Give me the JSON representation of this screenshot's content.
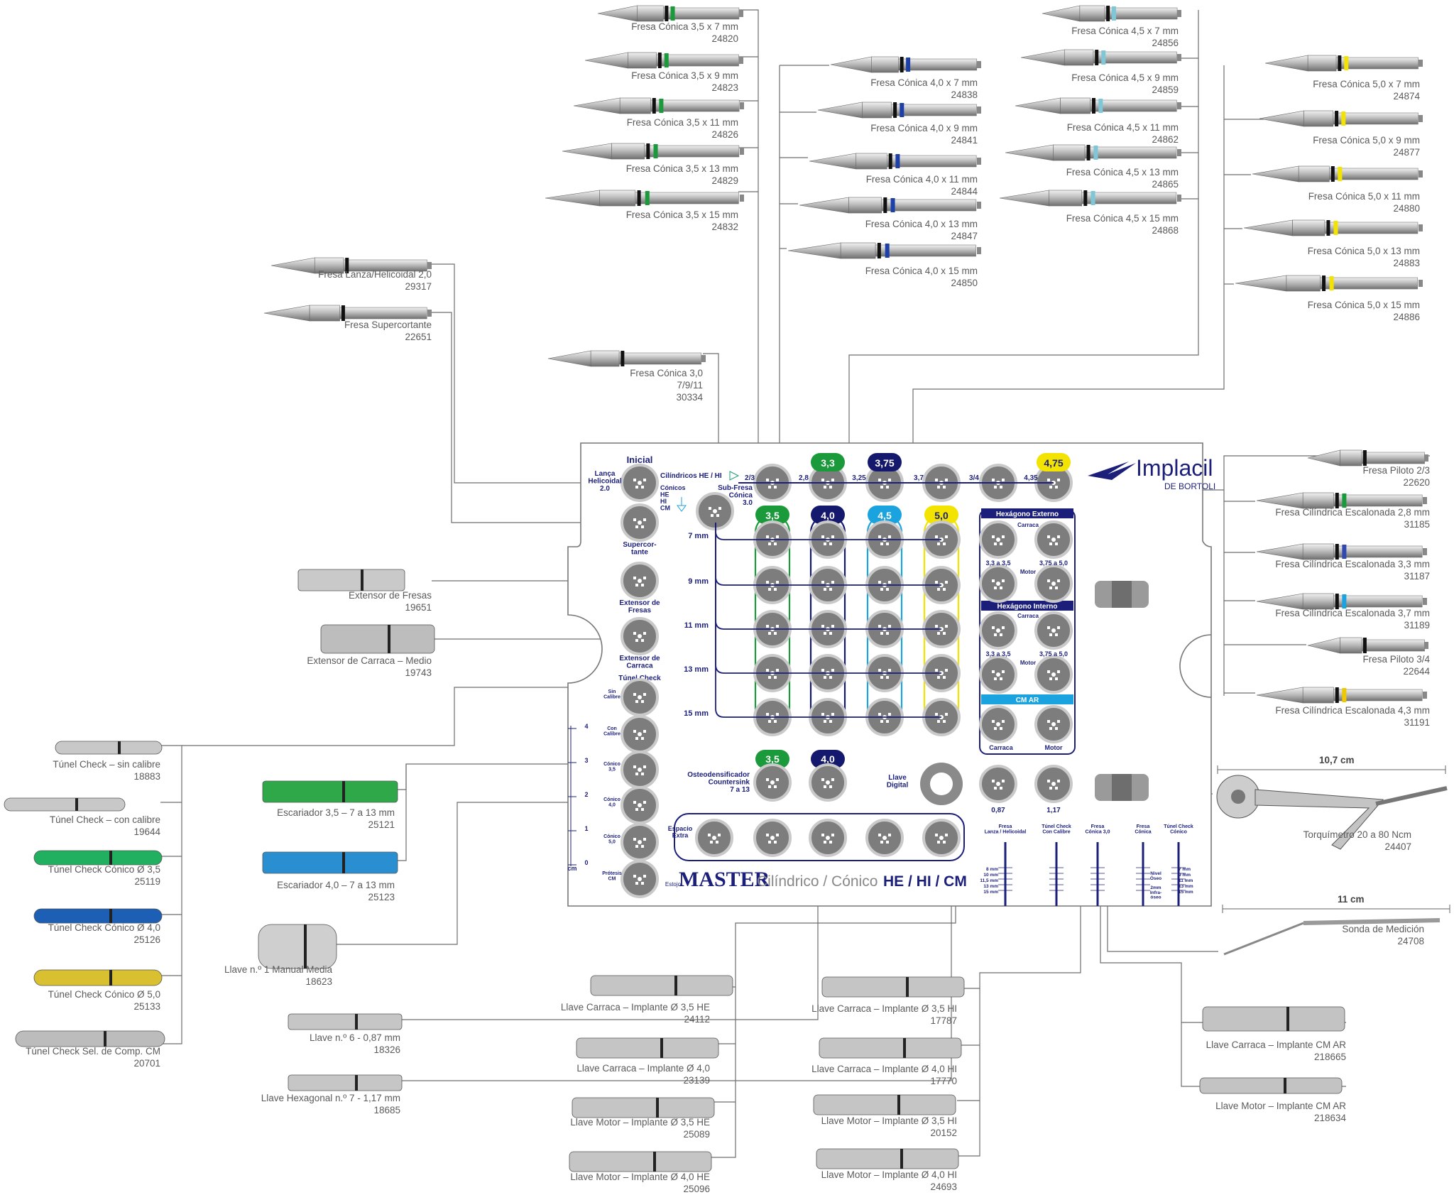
{
  "tray": {
    "brand_name": "Implacil",
    "brand_sub": "DE BORTOLI",
    "estojo": "Estojo",
    "title_main": "MASTER",
    "title_sub": "Cilíndrico / Cónico",
    "title_conn": "HE / HI / CM",
    "inicial": "Inicial",
    "lanca": "Lança\nHelicoidal\n2.0",
    "cilindricos": "Cilíndricos HE / HI",
    "conicos": "Cónicos\nHE\nHI\nCM",
    "subfresa": "Sub-Fresa\nCónica\n3.0",
    "supercortante": "Supercor-\ntante",
    "extensor_fresas": "Extensor de\nFresas",
    "extensor_carraca": "Extensor de\nCarraca",
    "tunel_check": "Túnel Check",
    "tunel_rows": [
      "Sin\nCalibre",
      "Con\nCalibre",
      "Cónico\n3,5",
      "Cónico\n4,0",
      "Cónico\n5,0",
      "Prótesis\nCM"
    ],
    "row_labels": [
      "7 mm",
      "9 mm",
      "11 mm",
      "13 mm",
      "15 mm"
    ],
    "top_small": [
      "2/3",
      "2,8",
      "3,25",
      "3,7",
      "3/4",
      "4,35"
    ],
    "top_pills": [
      "3,3",
      "3,75",
      "4,75"
    ],
    "col_pills": [
      "3,5",
      "4,0",
      "4,5",
      "5,0"
    ],
    "osteo_pills": [
      "3,5",
      "4,0"
    ],
    "osteo_label": "Osteodensificador\nCountersink\n7 a 13",
    "llave_digital": "Llave\nDigital",
    "small_nums": [
      "0,87",
      "1,17"
    ],
    "hex_externo": "Hexágono Externo",
    "hex_interno": "Hexágono Interno",
    "cm_ar": "CM AR",
    "carraca": "Carraca",
    "motor": "Motor",
    "range_a": "3,3 a 3,5",
    "range_b": "3,75 a 5,0",
    "espacio_extra": "Espacio\nExtra",
    "ruler_nums": [
      "4",
      "3",
      "2",
      "1",
      "0"
    ],
    "ruler_unit": "cm",
    "gauge_heads": [
      "Fresa\nLanza / Helicoidal",
      "Túnel Check\nCon Calibre",
      "Fresa\nCónica 3,0",
      "Fresa\nCónica",
      "Túnel Check\nCónico"
    ],
    "gauge_mm": [
      "7 mm",
      "9 mm",
      "11 mm",
      "13 mm",
      "15 mm"
    ],
    "gauge_left": [
      "8 mm",
      "10 mm",
      "11,5 mm",
      "13 mm",
      "15 mm"
    ],
    "nivel": "Nivel\nÓseo",
    "infra": "2mm\nInfra-\nóseo"
  },
  "labels": [
    {
      "id": "fc35-7",
      "title": "Fresa Cónica 3,5 x 7 mm",
      "code": "24820"
    },
    {
      "id": "fc35-9",
      "title": "Fresa Cónica 3,5 x 9 mm",
      "code": "24823"
    },
    {
      "id": "fc35-11",
      "title": "Fresa Cónica 3,5 x 11 mm",
      "code": "24826"
    },
    {
      "id": "fc35-13",
      "title": "Fresa Cónica 3,5 x 13 mm",
      "code": "24829"
    },
    {
      "id": "fc35-15",
      "title": "Fresa Cónica 3,5 x 15 mm",
      "code": "24832"
    },
    {
      "id": "fc40-7",
      "title": "Fresa Cónica 4,0 x 7 mm",
      "code": "24838"
    },
    {
      "id": "fc40-9",
      "title": "Fresa Cónica 4,0 x 9 mm",
      "code": "24841"
    },
    {
      "id": "fc40-11",
      "title": "Fresa Cónica 4,0 x 11 mm",
      "code": "24844"
    },
    {
      "id": "fc40-13",
      "title": "Fresa Cónica 4,0 x 13 mm",
      "code": "24847"
    },
    {
      "id": "fc40-15",
      "title": "Fresa Cónica 4,0 x 15 mm",
      "code": "24850"
    },
    {
      "id": "fc45-7",
      "title": "Fresa Cónica 4,5 x 7 mm",
      "code": "24856"
    },
    {
      "id": "fc45-9",
      "title": "Fresa Cónica 4,5 x 9 mm",
      "code": "24859"
    },
    {
      "id": "fc45-11",
      "title": "Fresa Cónica 4,5 x 11 mm",
      "code": "24862"
    },
    {
      "id": "fc45-13",
      "title": "Fresa Cónica 4,5 x 13 mm",
      "code": "24865"
    },
    {
      "id": "fc45-15",
      "title": "Fresa Cónica 4,5 x 15 mm",
      "code": "24868"
    },
    {
      "id": "fc50-7",
      "title": "Fresa Cónica 5,0 x 7 mm",
      "code": "24874"
    },
    {
      "id": "fc50-9",
      "title": "Fresa Cónica 5,0 x 9 mm",
      "code": "24877"
    },
    {
      "id": "fc50-11",
      "title": "Fresa Cónica 5,0 x 11 mm",
      "code": "24880"
    },
    {
      "id": "fc50-13",
      "title": "Fresa Cónica 5,0 x 13 mm",
      "code": "24883"
    },
    {
      "id": "fc50-15",
      "title": "Fresa Cónica 5,0 x 15 mm",
      "code": "24886"
    },
    {
      "id": "lanza",
      "title": "Fresa Lanza/Helicoidal 2,0",
      "code": "29317"
    },
    {
      "id": "super",
      "title": "Fresa Supercortante",
      "code": "22651"
    },
    {
      "id": "fc30",
      "title": "Fresa Cónica 3,0",
      "sub": "7/9/11",
      "code": "30334"
    },
    {
      "id": "extfresas",
      "title": "Extensor de Fresas",
      "code": "19651"
    },
    {
      "id": "extcarraca",
      "title": "Extensor de Carraca – Medio",
      "code": "19743"
    },
    {
      "id": "tc-sin",
      "title": "Túnel Check – sin calibre",
      "code": "18883"
    },
    {
      "id": "tc-con",
      "title": "Túnel Check – con calibre",
      "code": "19644"
    },
    {
      "id": "tc-35",
      "title": "Túnel Check Cónico Ø 3,5",
      "code": "25119"
    },
    {
      "id": "tc-40",
      "title": "Túnel Check Cónico Ø 4,0",
      "code": "25126"
    },
    {
      "id": "tc-50",
      "title": "Túnel Check Cónico Ø 5,0",
      "code": "25133"
    },
    {
      "id": "tc-cm",
      "title": "Túnel Check Sel. de Comp. CM",
      "code": "20701"
    },
    {
      "id": "esc35",
      "title": "Escariador 3,5 – 7 a 13 mm",
      "code": "25121"
    },
    {
      "id": "esc40",
      "title": "Escariador 4,0 – 7 a 13 mm",
      "code": "25123"
    },
    {
      "id": "llave1",
      "title": "Llave n.º 1 Manual Media",
      "code": "18623"
    },
    {
      "id": "llave6",
      "title": "Llave n.º 6 - 0,87 mm",
      "code": "18326"
    },
    {
      "id": "llave7",
      "title": "Llave Hexagonal n.º 7 - 1,17 mm",
      "code": "18685"
    },
    {
      "id": "lc35he",
      "title": "Llave Carraca – Implante Ø 3,5 HE",
      "code": "24112"
    },
    {
      "id": "lc40he",
      "title": "Llave Carraca – Implante Ø 4,0",
      "code": "23139"
    },
    {
      "id": "lm35he",
      "title": "Llave Motor – Implante Ø 3,5 HE",
      "code": "25089"
    },
    {
      "id": "lm40he",
      "title": "Llave Motor – Implante Ø 4,0 HE",
      "code": "25096"
    },
    {
      "id": "lc35hi",
      "title": "Llave Carraca – Implante Ø 3,5 HI",
      "code": "17787"
    },
    {
      "id": "lc40hi",
      "title": "Llave Carraca – Implante Ø 4,0 HI",
      "code": "17770"
    },
    {
      "id": "lm35hi",
      "title": "Llave Motor – Implante Ø 3,5 HI",
      "code": "20152"
    },
    {
      "id": "lm40hi",
      "title": "Llave Motor – Implante Ø 4,0 HI",
      "code": "24693"
    },
    {
      "id": "lccmar",
      "title": "Llave Carraca – Implante CM AR",
      "code": "218665"
    },
    {
      "id": "lmcmar",
      "title": "Llave Motor – Implante CM AR",
      "code": "218634"
    },
    {
      "id": "fp23",
      "title": "Fresa Piloto 2/3",
      "code": "22620"
    },
    {
      "id": "fce28",
      "title": "Fresa Cilíndrica Escalonada 2,8 mm",
      "code": "31185"
    },
    {
      "id": "fce33",
      "title": "Fresa Cilíndrica Escalonada 3,3 mm",
      "code": "31187"
    },
    {
      "id": "fce37",
      "title": "Fresa Cilíndrica Escalonada 3,7 mm",
      "code": "31189"
    },
    {
      "id": "fp34",
      "title": "Fresa Piloto 3/4",
      "code": "22644"
    },
    {
      "id": "fce43",
      "title": "Fresa Cilíndrica Escalonada 4,3 mm",
      "code": "31191"
    },
    {
      "id": "torq",
      "title": "Torquímetro 20 a 80 Ncm",
      "code": "24407",
      "dim": "10,7 cm"
    },
    {
      "id": "sonda",
      "title": "Sonda de Medición",
      "code": "24708",
      "dim": "11 cm"
    }
  ],
  "colors": {
    "navy": "#1b1f7a",
    "green": "#1a9a3a",
    "navy_pill": "#14196e",
    "cyan": "#1aa3df",
    "yellow": "#f2e400",
    "line": "#6d6d6d",
    "slot": "#7d7d7d"
  }
}
